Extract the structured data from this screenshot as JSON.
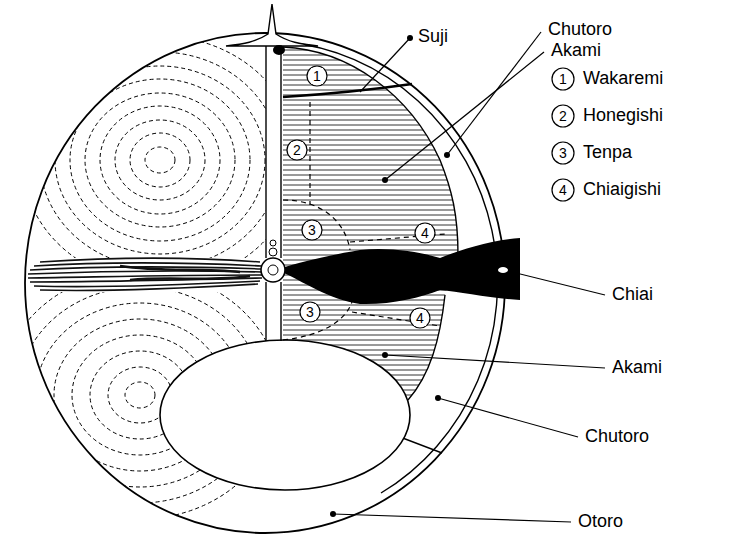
{
  "diagram": {
    "labels": [
      "Suji",
      "Chutoro",
      "Akami",
      "1",
      "Wakaremi",
      "2",
      "Honegishi",
      "3",
      "Tenpa",
      "4",
      "Chiaigishi",
      "Chiai",
      "Akami",
      "Chutoro",
      "Otoro",
      "1",
      "2",
      "3",
      "4",
      "3",
      "4"
    ]
  }
}
